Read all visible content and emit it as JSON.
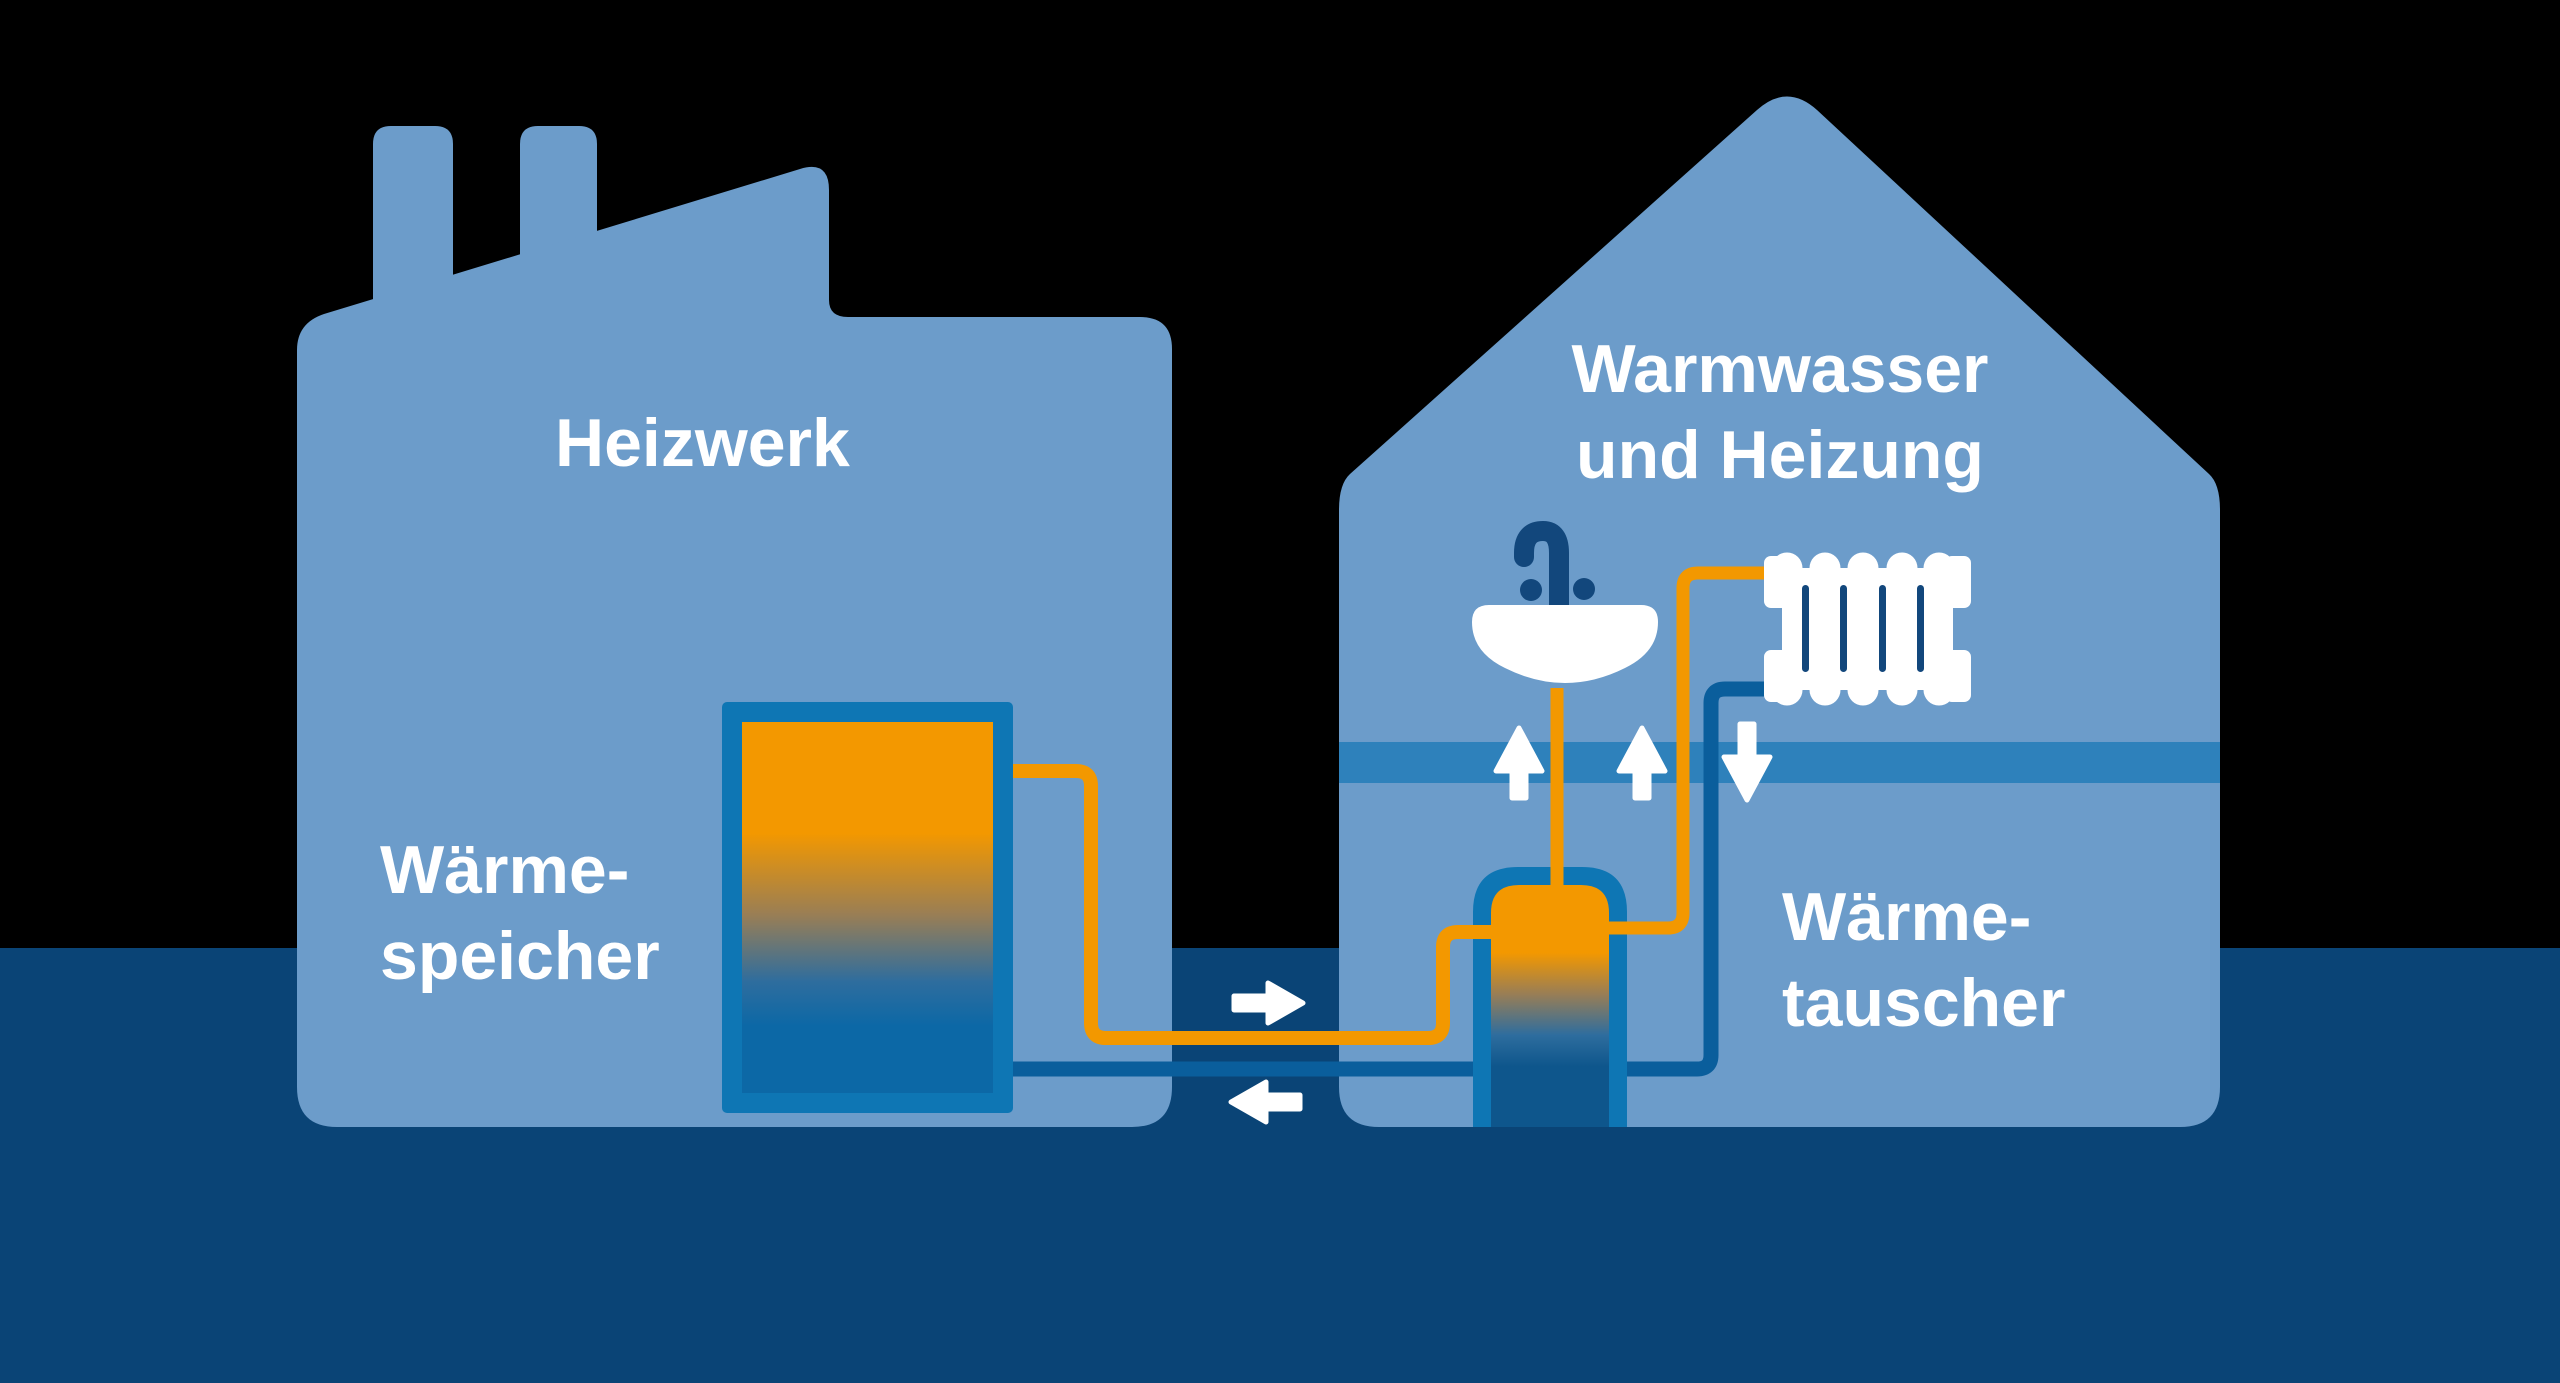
{
  "colors": {
    "background": "#000000",
    "ground": "#0A4476",
    "building": "#6C9CCA",
    "band": "#2E81BB",
    "tank_frame": "#0E76B4",
    "pipe_supply": "#F39800",
    "pipe_return": "#0A5E9C",
    "detail_navy": "#12477C",
    "icon_white": "#FFFFFF",
    "label": "#FFFFFF",
    "gradient_hot": "#F39800",
    "gradient_mid": "#997E55",
    "gradient_cool": "#2E6D9E",
    "gradient_cold": "#0C68A6",
    "gradient_cold_deep": "#0E568C"
  },
  "factory": {
    "label": "Heizwerk",
    "storage": {
      "line1": "Wärme-",
      "line2": "speicher"
    }
  },
  "house": {
    "title": {
      "line1": "Warmwasser",
      "line2": "und Heizung"
    },
    "exchanger": {
      "line1": "Wärme-",
      "line2": "tauscher"
    }
  },
  "icons": {
    "factory": "factory-silhouette",
    "chimneys": "chimney-icon",
    "house": "house-silhouette",
    "storage_tank": "heat-storage-tank",
    "heat_exchanger": "heat-exchanger-tank",
    "sink": "sink-icon",
    "faucet": "faucet-icon",
    "radiator": "radiator-icon",
    "supply_flow": "arrow-right",
    "return_flow": "arrow-left",
    "rise_flow": "arrow-up",
    "drop_flow": "arrow-down"
  }
}
